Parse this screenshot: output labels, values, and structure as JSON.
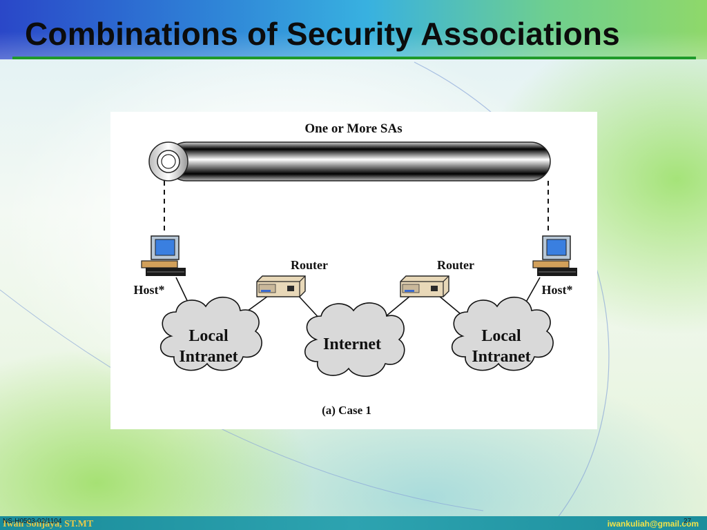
{
  "slide": {
    "title": "Combinations of Security Associations",
    "accent_color": "#1f9a2a"
  },
  "diagram": {
    "tunnel_label": "One or More SAs",
    "host_left_label": "Host*",
    "host_right_label": "Host*",
    "router_left_label": "Router",
    "router_right_label": "Router",
    "cloud_left_line1": "Local",
    "cloud_left_line2": "Intranet",
    "cloud_center_label": "Internet",
    "cloud_right_line1": "Local",
    "cloud_right_line2": "Intranet",
    "caption": "(a) Case 1",
    "icons": [
      "computer-icon",
      "router-icon",
      "cloud-shape",
      "tunnel-pipe"
    ]
  },
  "footer": {
    "author": "Iwan Sonjaya, ST.MT",
    "code": "NS-H0503-02/1104",
    "email": "iwankuliah@gmail.com",
    "page": "27"
  }
}
